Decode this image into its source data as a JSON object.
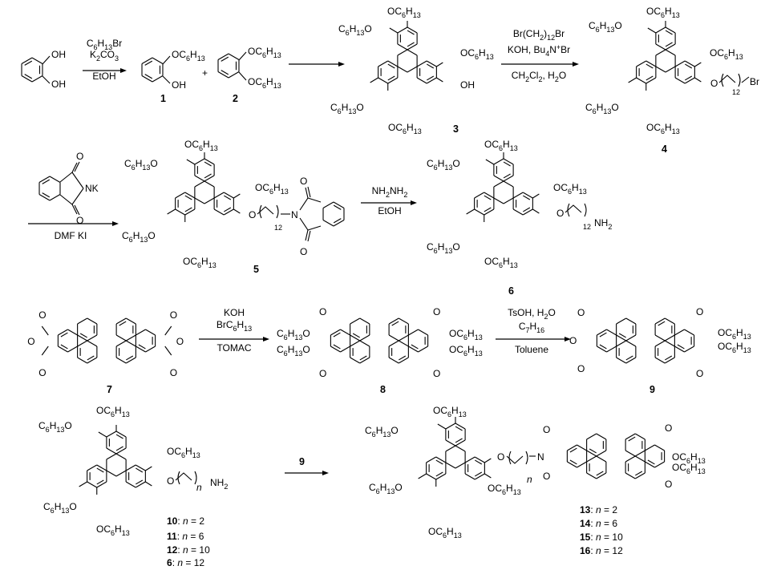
{
  "groups": {
    "OC6H13": [
      "OC",
      "6",
      "H",
      "13"
    ],
    "C6H13O": [
      "C",
      "6",
      "H",
      "13",
      "O"
    ],
    "C6H13": [
      "C",
      "6",
      "H",
      "13"
    ],
    "OH": "OH",
    "O": "O",
    "N": "N",
    "NK": "NK",
    "NH2": [
      "NH",
      "2"
    ],
    "Br": "Br",
    "sub12": "12",
    "subn": "n"
  },
  "reagents": {
    "r1": [
      "C6H13Br",
      "K2CO3",
      "EtOH"
    ],
    "r2": [
      "Br(CH2)12Br",
      "KOH, Bu4N+Br",
      "CH2Cl2, H2O"
    ],
    "r3": "DMF KI",
    "r4": [
      "NH2NH2",
      "EtOH"
    ],
    "r5": [
      "KOH",
      "BrC6H13",
      "TOMAC"
    ],
    "r6": [
      "TsOH, H2O",
      "C7H16",
      "Toluene"
    ],
    "r7": "9",
    "plus": "+"
  },
  "compounds": {
    "c1": "1",
    "c2": "2",
    "c3": "3",
    "c4": "4",
    "c5": "5",
    "c6": "6",
    "c7": "7",
    "c8": "8",
    "c9": "9"
  },
  "series_amines": [
    {
      "num": "10",
      "n": "2"
    },
    {
      "num": "11",
      "n": "6"
    },
    {
      "num": "12",
      "n": "10"
    },
    {
      "num": "6",
      "n": "12"
    }
  ],
  "series_products": [
    {
      "num": "13",
      "n": "2"
    },
    {
      "num": "14",
      "n": "6"
    },
    {
      "num": "15",
      "n": "10"
    },
    {
      "num": "16",
      "n": "12"
    }
  ],
  "series_label_var": "n",
  "series_label_eq": " = "
}
